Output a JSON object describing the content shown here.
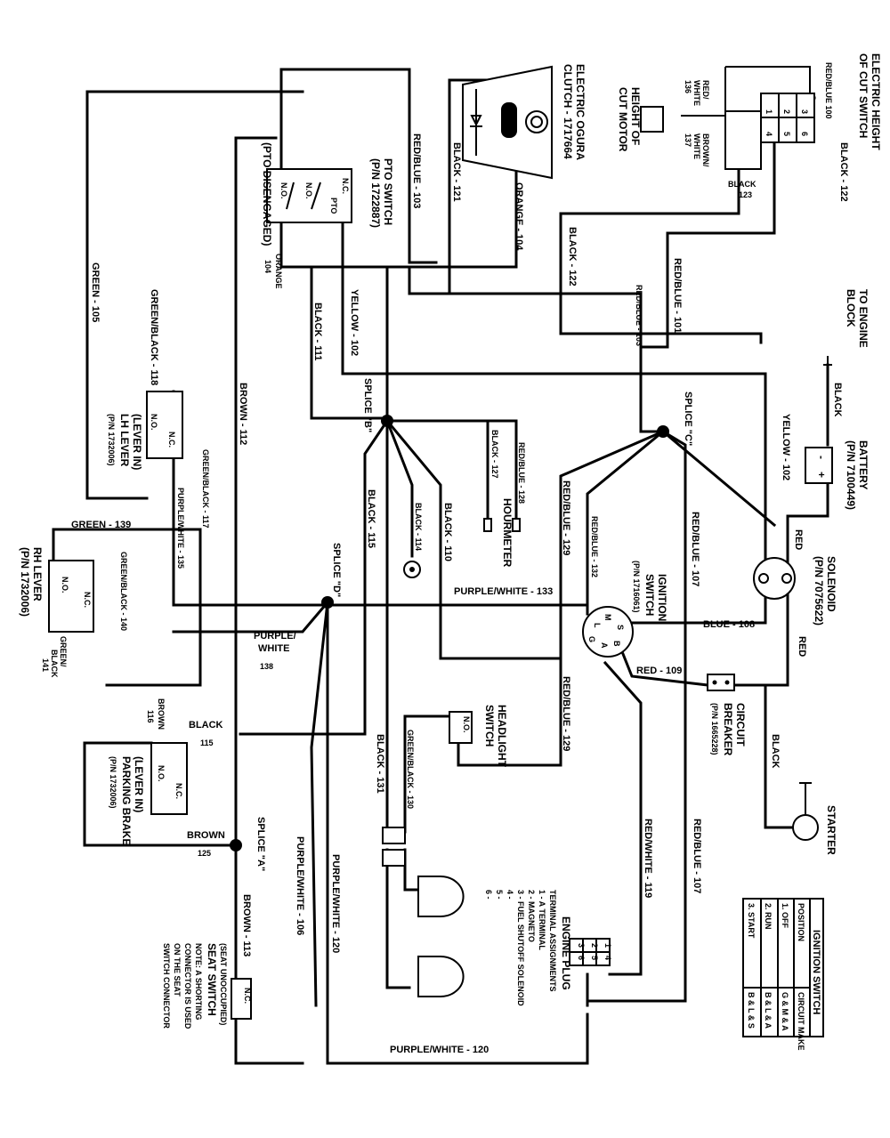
{
  "components": {
    "height_switch": [
      "ELECTRIC HEIGHT",
      "OF CUT SWITCH"
    ],
    "height_motor": [
      "HEIGHT OF",
      "CUT MOTOR"
    ],
    "clutch": [
      "ELECTRIC OGURA",
      "CLUTCH - 1717664"
    ],
    "pto_switch": [
      "PTO SWITCH",
      "(P/N 1722887)",
      "(PTO DISENGAGED)"
    ],
    "engine_block": [
      "TO ENGINE",
      "BLOCK"
    ],
    "battery": [
      "BATTERY",
      "(P/N 7100449)"
    ],
    "solenoid": [
      "SOLENOID",
      "(P/N 7075622)"
    ],
    "ignition_switch": [
      "IGNITION",
      "SWITCH",
      "(P/N 1716061)"
    ],
    "circuit_breaker": [
      "CIRCUIT",
      "BREAKER",
      "(P/N 1665228)"
    ],
    "starter": "STARTER",
    "headlight_switch": [
      "HEADLIGHT",
      "SWITCH"
    ],
    "hourmeter": "HOURMETER",
    "lh_lever": [
      "(LEVER IN)",
      "LH LEVER",
      "(P/N 1732006)"
    ],
    "rh_lever": [
      "RH LEVER",
      "(P/N 1732006)"
    ],
    "parking_brake": [
      "(LEVER IN)",
      "PARKING BRAKE",
      "(P/N 1732006)"
    ],
    "seat_switch": [
      "(SEAT UNOCCUPIED)",
      "SEAT SWITCH",
      "NOTE: A SHORTING",
      "CONNECTOR IS USED",
      "ON THE SEAT",
      "SWITCH CONNECTOR"
    ],
    "engine_plug": [
      "ENGINE PLUG",
      "TERMINAL ASSIGNMENTS",
      "1 - A TERMINAL",
      "2 - MAGNETO",
      "3 - FUEL SHUTOFF SOLENOID",
      "4 -",
      "5 -",
      "6 -"
    ]
  },
  "contacts": {
    "nc": "N.C.",
    "no": "N.O.",
    "pto": "PTO"
  },
  "splices": {
    "a": "SPLICE \"A\"",
    "b": "SPLICE \"B\"",
    "c": "SPLICE \"C\"",
    "d": "SPLICE \"D\""
  },
  "wires": {
    "redblue_100": "RED/BLUE 100",
    "redwhite_136": [
      "RED/",
      "WHITE",
      "136"
    ],
    "brownwhite_137": [
      "BROWN/",
      "WHITE",
      "137"
    ],
    "black_123": [
      "BLACK",
      "123"
    ],
    "black_122_top": "BLACK - 122",
    "black_122": "BLACK - 122",
    "redblue_101": "RED/BLUE - 101",
    "redblue_103_right": "RED/BLUE - 103",
    "redblue_103": "RED/BLUE - 103",
    "black_121": "BLACK - 121",
    "orange_104": "ORANGE - 104",
    "orange_104_small": [
      "ORANGE",
      "104"
    ],
    "yellow_102": "YELLOW - 102",
    "yellow_102_right": "YELLOW - 102",
    "black_111": "BLACK - 111",
    "green_105": "GREEN - 105",
    "green_black_118": "GREEN/BLACK - 118",
    "brown_112": "BROWN - 112",
    "green_black_117": "GREEN/BLACK - 117",
    "purple_white_135": "PURPLE/WHITE - 135",
    "green_139": "GREEN - 139",
    "green_black_140": "GREEN/BLACK - 140",
    "green_black_141": [
      "GREEN/",
      "BLACK",
      "141"
    ],
    "black_115": "BLACK - 115",
    "black_127": "BLACK - 127",
    "redblue_128": "RED/BLUE - 128",
    "black_114": "BLACK - 114",
    "black_110": "BLACK - 110",
    "redblue_129_top": "RED/BLUE - 129",
    "redblue_132": "RED/BLUE - 132",
    "redblue_107_top": "RED/BLUE - 107",
    "black_battery": "BLACK",
    "red_solenoid": "RED",
    "red_right": "RED",
    "purple_white_133": "PURPLE/WHITE - 133",
    "blue_108": "BLUE - 108",
    "red_109": "RED - 109",
    "black_starter": "BLACK",
    "purple_white_138": [
      "PURPLE/",
      "WHITE",
      "138"
    ],
    "black_115_box": [
      "BLACK",
      "115"
    ],
    "brown_116": [
      "BROWN",
      "116"
    ],
    "redblue_129": "RED/BLUE - 129",
    "green_black_130": "GREEN/BLACK - 130",
    "black_131": "BLACK - 131",
    "redwhite_119": "RED/WHITE - 119",
    "redblue_107": "RED/BLUE - 107",
    "brown_125": [
      "BROWN",
      "125"
    ],
    "brown_113": "BROWN - 113",
    "purple_white_106": "PURPLE/WHITE - 106",
    "purple_white_120_v": "PURPLE/WHITE - 120",
    "purple_white_120": "PURPLE/WHITE - 120"
  },
  "ignition_terminals": [
    "M",
    "S",
    "B",
    "L",
    "A",
    "G"
  ],
  "switch_terminals": [
    "3",
    "6",
    "2",
    "5",
    "1",
    "4"
  ],
  "plug_pins": [
    "1",
    "4",
    "2",
    "5",
    "3",
    "6"
  ],
  "ignition_table": {
    "title": "IGNITION SWITCH",
    "headers": [
      "POSITION",
      "CIRCUIT MAKE"
    ],
    "rows": [
      [
        "1. OFF",
        "G & M & A"
      ],
      [
        "2. RUN",
        "B & L & A"
      ],
      [
        "3. START",
        "B & L & S"
      ]
    ]
  }
}
